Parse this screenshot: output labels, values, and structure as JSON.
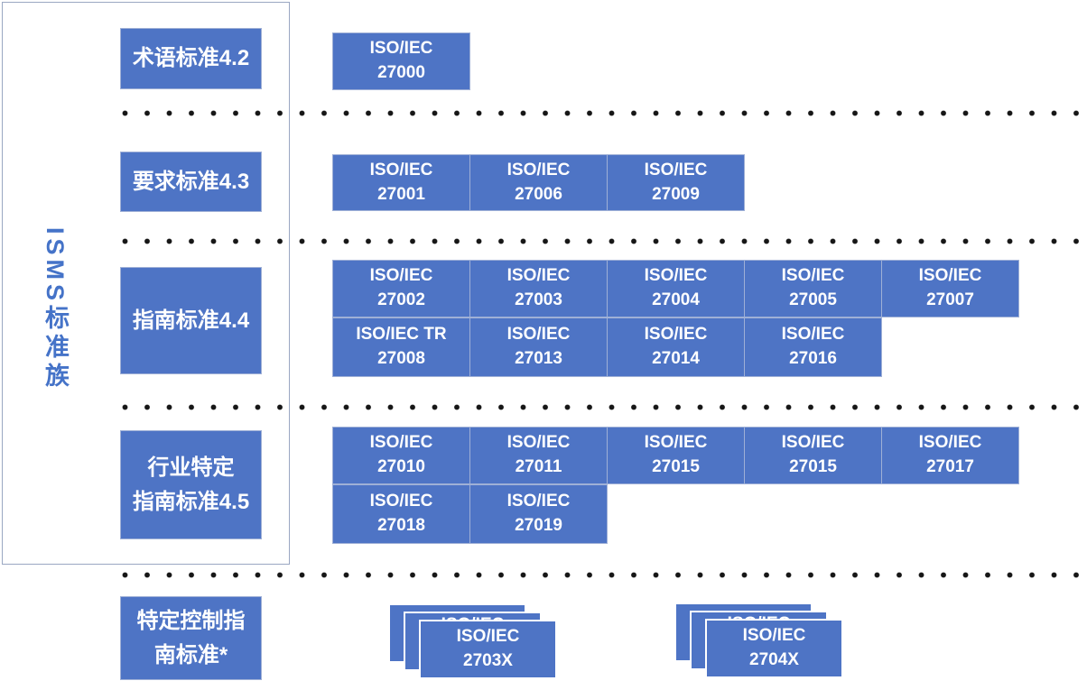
{
  "palette": {
    "background": "#FFFFFF",
    "box_fill": "#4E74C5",
    "box_border": "#9FB0D6",
    "box_text": "#FFFFFF",
    "panel_border": "#9AA7C2",
    "side_label_text": "#4573C8",
    "dot_color": "#161616"
  },
  "side_panel": {
    "label": "ISMS标准族"
  },
  "sections": [
    {
      "id": "terminology",
      "label_lines": [
        "术语标准4.2"
      ],
      "box_rows": [
        [
          {
            "lines": [
              "ISO/IEC",
              "27000"
            ]
          }
        ]
      ]
    },
    {
      "id": "requirements",
      "label_lines": [
        "要求标准4.3"
      ],
      "box_rows": [
        [
          {
            "lines": [
              "ISO/IEC",
              "27001"
            ]
          },
          {
            "lines": [
              "ISO/IEC",
              "27006"
            ]
          },
          {
            "lines": [
              "ISO/IEC",
              "27009"
            ]
          }
        ]
      ]
    },
    {
      "id": "guidelines",
      "label_lines": [
        "指南标准4.4"
      ],
      "box_rows": [
        [
          {
            "lines": [
              "ISO/IEC",
              "27002"
            ]
          },
          {
            "lines": [
              "ISO/IEC",
              "27003"
            ]
          },
          {
            "lines": [
              "ISO/IEC",
              "27004"
            ]
          },
          {
            "lines": [
              "ISO/IEC",
              "27005"
            ]
          },
          {
            "lines": [
              "ISO/IEC",
              "27007"
            ]
          }
        ],
        [
          {
            "lines": [
              "ISO/IEC TR",
              "27008"
            ]
          },
          {
            "lines": [
              "ISO/IEC",
              "27013"
            ]
          },
          {
            "lines": [
              "ISO/IEC",
              "27014"
            ]
          },
          {
            "lines": [
              "ISO/IEC",
              "27016"
            ]
          }
        ]
      ]
    },
    {
      "id": "sector-specific",
      "label_lines": [
        "行业特定",
        "指南标准4.5"
      ],
      "box_rows": [
        [
          {
            "lines": [
              "ISO/IEC",
              "27010"
            ]
          },
          {
            "lines": [
              "ISO/IEC",
              "27011"
            ]
          },
          {
            "lines": [
              "ISO/IEC",
              "27015"
            ]
          },
          {
            "lines": [
              "ISO/IEC",
              "27015"
            ]
          },
          {
            "lines": [
              "ISO/IEC",
              "27017"
            ]
          }
        ],
        [
          {
            "lines": [
              "ISO/IEC",
              "27018"
            ]
          },
          {
            "lines": [
              "ISO/IEC",
              "27019"
            ]
          }
        ]
      ]
    },
    {
      "id": "control-specific",
      "label_lines": [
        "特定控制指",
        "南标准*"
      ],
      "box_rows": [],
      "stacks": [
        {
          "front_lines": [
            "ISO/IEC",
            "2703X"
          ],
          "peek_text": "ISO/IEC"
        },
        {
          "front_lines": [
            "ISO/IEC",
            "2704X"
          ],
          "peek_text": "ISO/IEC"
        }
      ]
    }
  ]
}
